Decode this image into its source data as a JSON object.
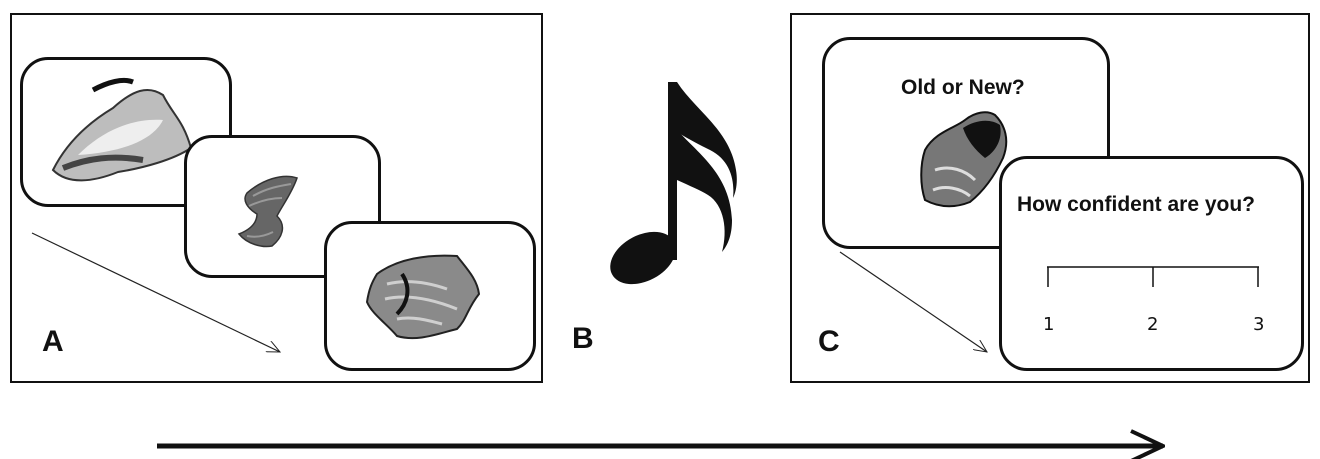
{
  "panels": {
    "a": {
      "label": "A"
    },
    "b": {
      "label": "B"
    },
    "c": {
      "label": "C",
      "question1": "Old or New?",
      "question2": "How confident are you?",
      "scale": [
        "1",
        "2",
        "3"
      ]
    }
  },
  "icons": {
    "note": "sixteenth-note-icon",
    "arrow": "timeline-arrow"
  },
  "colors": {
    "stroke": "#111111",
    "background": "#ffffff"
  }
}
